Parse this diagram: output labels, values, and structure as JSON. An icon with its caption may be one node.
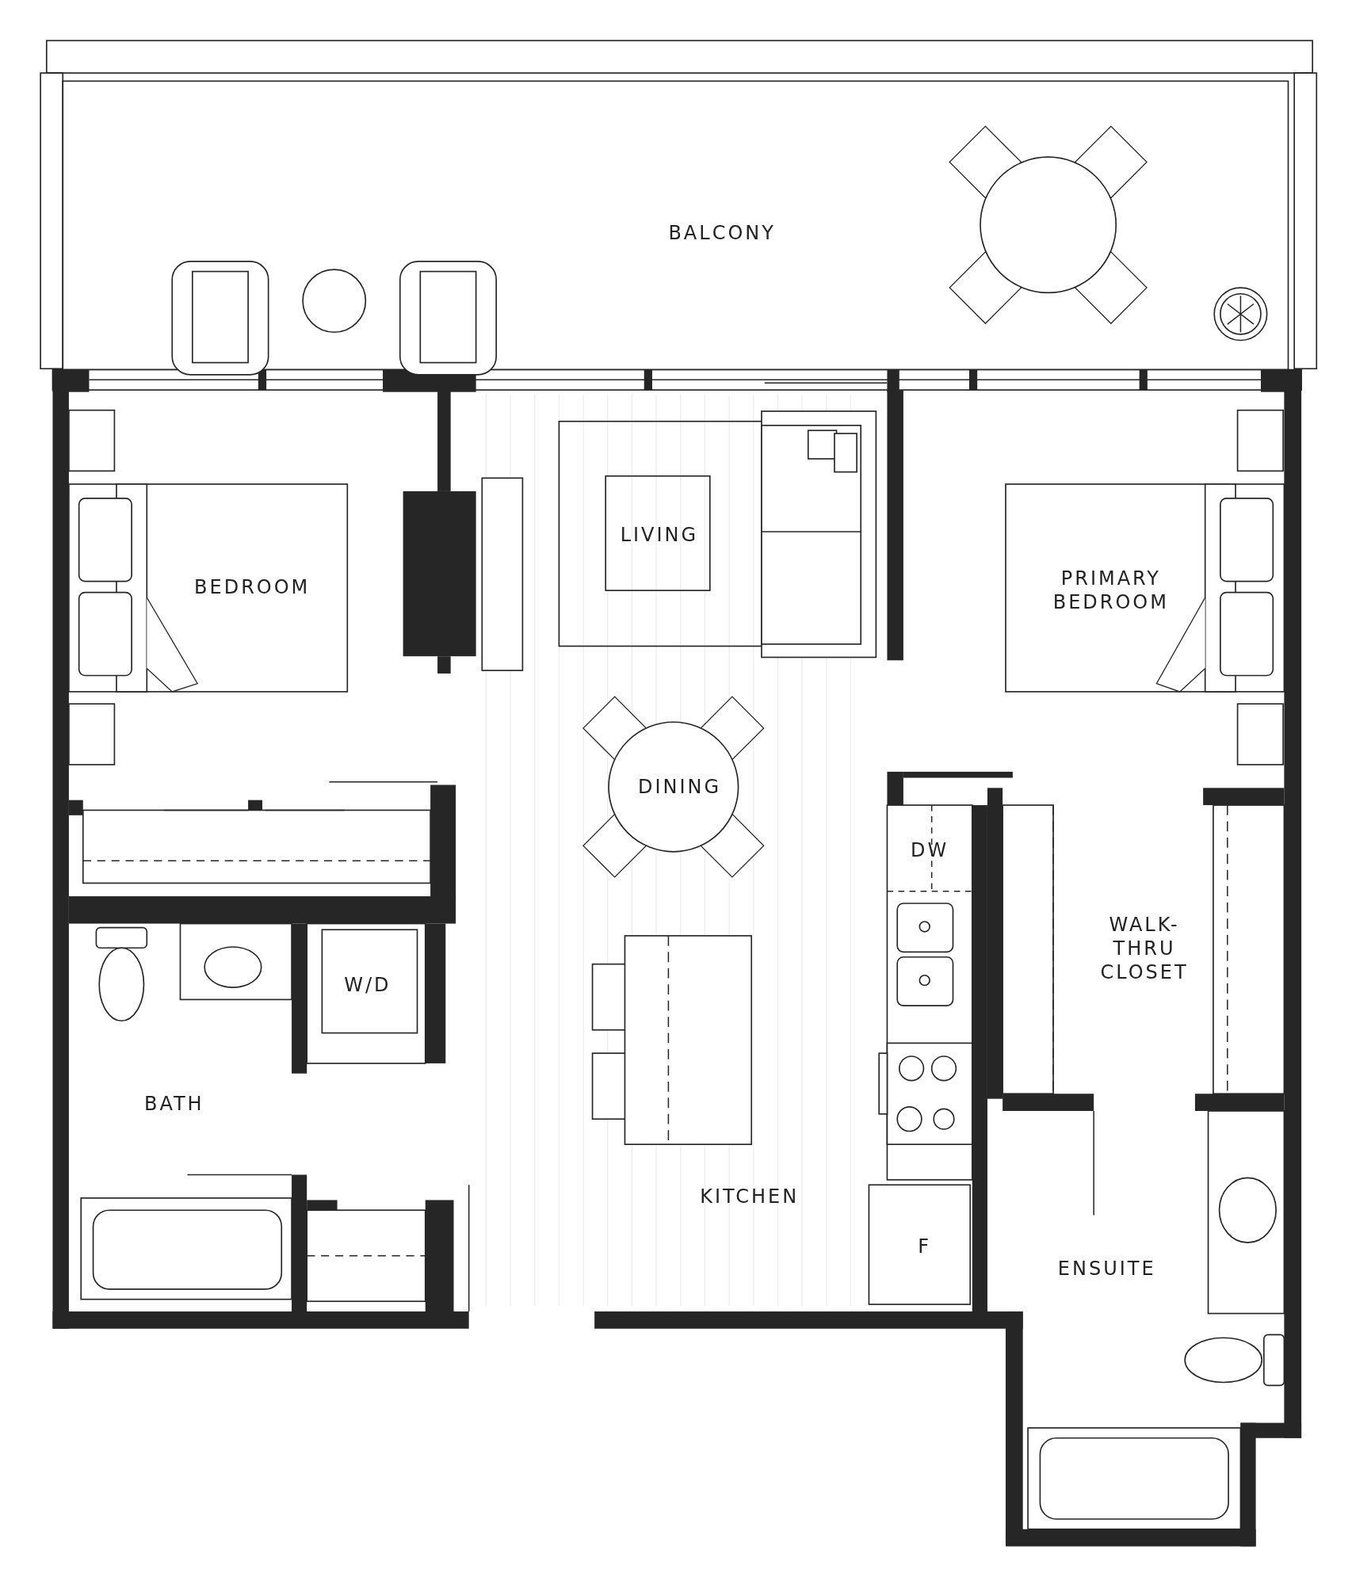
{
  "diagram": {
    "labels": [
      "BALCONY",
      "LIVING",
      "BEDROOM",
      "PRIMARY BEDROOM",
      "DINING",
      "DW",
      "W/D",
      "WALK-THRU CLOSET",
      "BATH",
      "KITCHEN",
      "F",
      "ENSUITE"
    ]
  }
}
